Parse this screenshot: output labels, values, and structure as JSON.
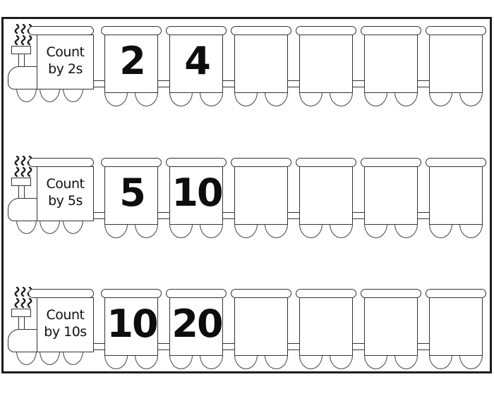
{
  "page": {
    "background": "#ffffff",
    "frame_color": "#1c1c1c",
    "ink_color": "#333333",
    "number_color": "#0d0d0d"
  },
  "trains": [
    {
      "label_line1": "Count",
      "label_line2": "by 2s",
      "cars": [
        "2",
        "4",
        "",
        "",
        "",
        ""
      ]
    },
    {
      "label_line1": "Count",
      "label_line2": "by 5s",
      "cars": [
        "5",
        "10",
        "",
        "",
        "",
        ""
      ]
    },
    {
      "label_line1": "Count",
      "label_line2": "by 10s",
      "cars": [
        "10",
        "20",
        "",
        "",
        "",
        ""
      ]
    }
  ]
}
